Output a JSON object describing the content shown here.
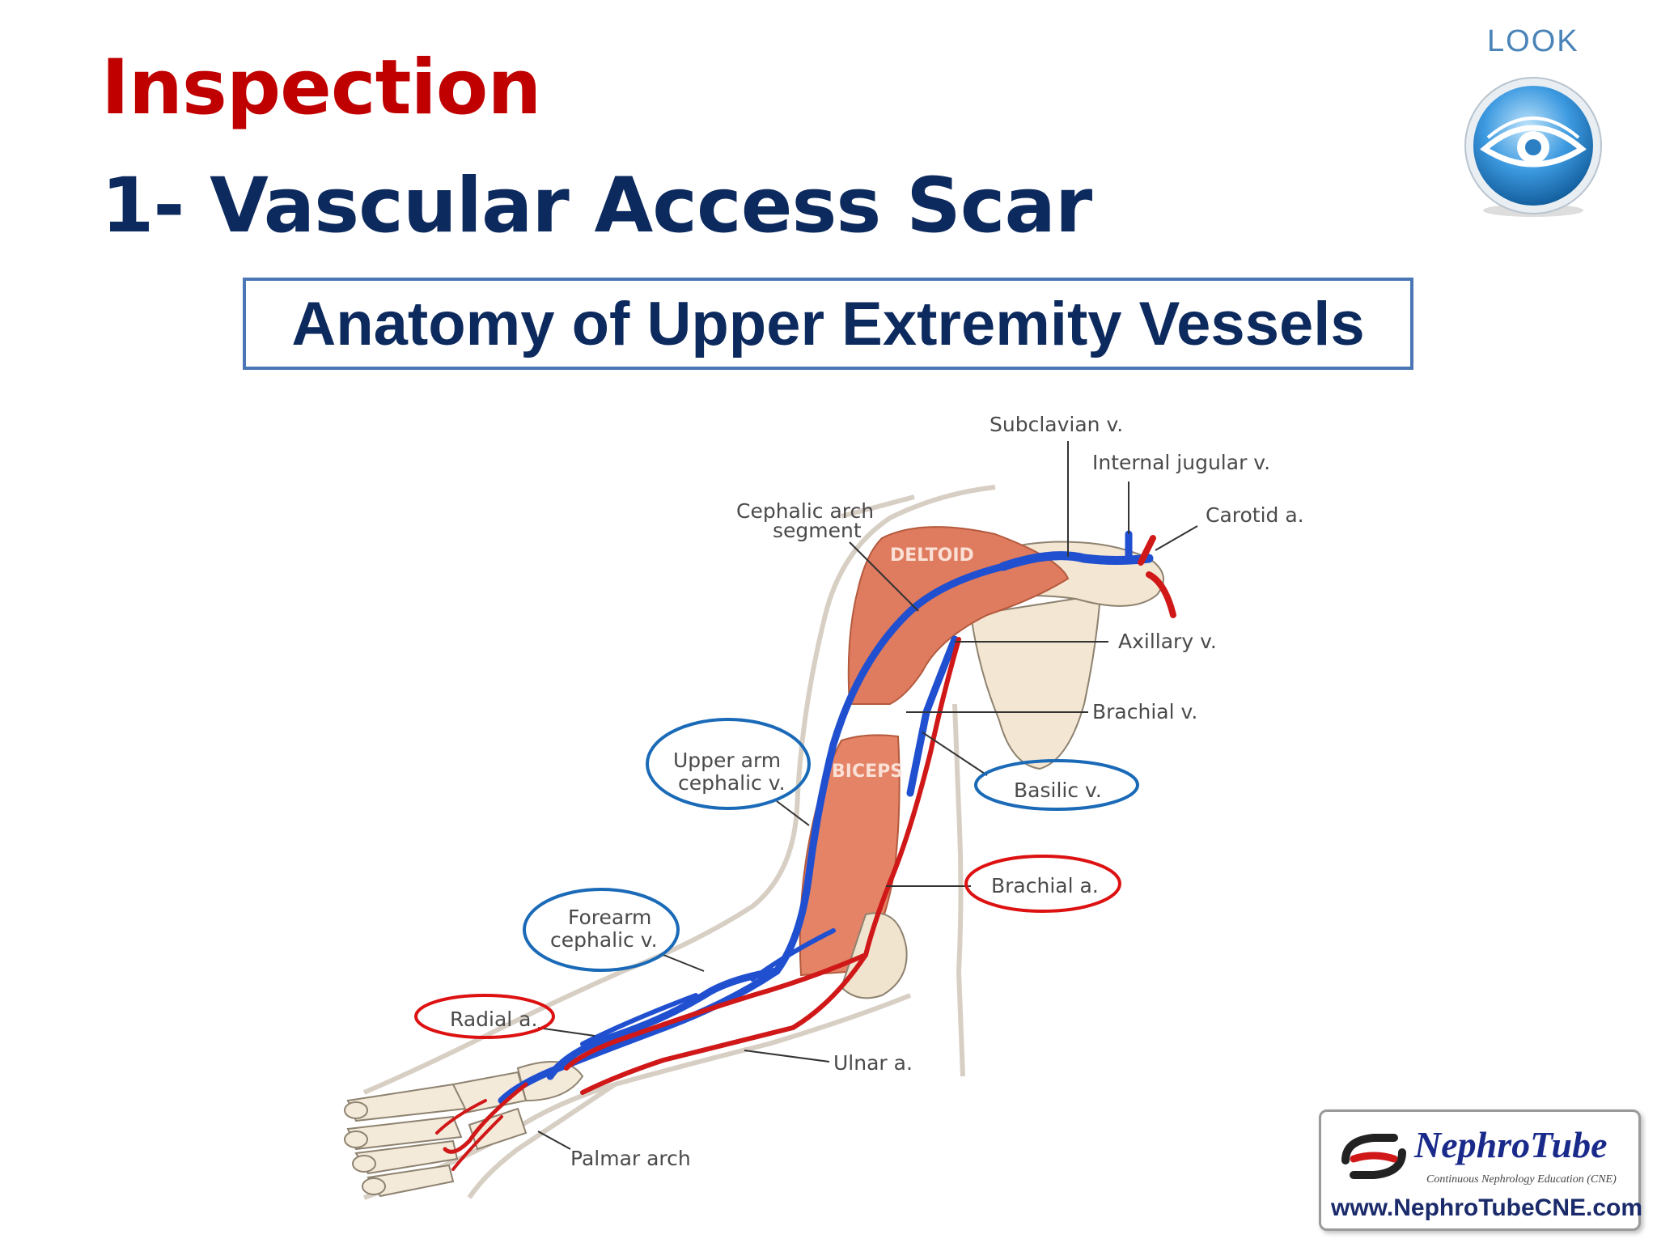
{
  "slide": {
    "title": "Inspection",
    "subtitle": "1- Vascular Access Scar",
    "look_label": "LOOK",
    "heading": "Anatomy of Upper Extremity Vessels"
  },
  "diagram": {
    "muscles": {
      "deltoid": "DELTOID",
      "biceps": "BICEPS"
    },
    "labels": {
      "subclavian_v": "Subclavian v.",
      "internal_jugular_v": "Internal jugular v.",
      "carotid_a": "Carotid a.",
      "cephalic_arch_1": "Cephalic arch",
      "cephalic_arch_2": "segment",
      "axillary_v": "Axillary v.",
      "brachial_v": "Brachial v.",
      "upper_arm_cephalic_1": "Upper arm",
      "upper_arm_cephalic_2": "cephalic v.",
      "basilic_v": "Basilic v.",
      "brachial_a": "Brachial a.",
      "forearm_cephalic_1": "Forearm",
      "forearm_cephalic_2": "cephalic v.",
      "radial_a": "Radial a.",
      "ulnar_a": "Ulnar a.",
      "palmar_arch": "Palmar arch"
    },
    "colors": {
      "vein": "#2050d0",
      "artery": "#d01818",
      "highlight_vein": "#1a6ab8",
      "highlight_artery": "#dd1111"
    }
  },
  "logo": {
    "name": "NephroTube",
    "tagline": "Continuous Nephrology Education (CNE)",
    "url": "www.NephroTubeCNE.com"
  }
}
